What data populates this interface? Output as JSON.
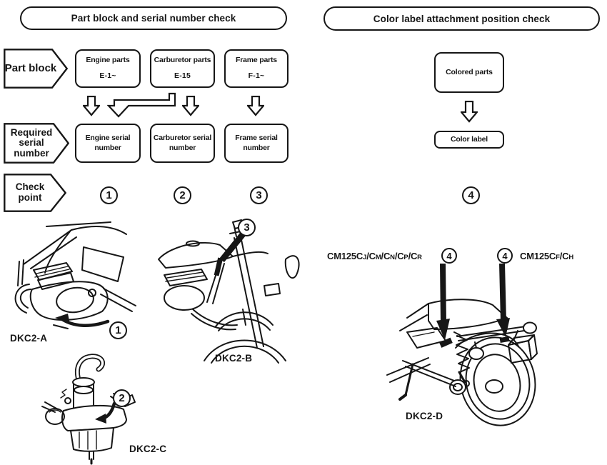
{
  "colors": {
    "ink": "#161616",
    "paper": "#ffffff"
  },
  "left_panel": {
    "header": "Part block and serial number check",
    "rows": {
      "part_block": {
        "label": "Part block"
      },
      "required_serial": {
        "label": "Required\nserial\nnumber"
      },
      "check_point": {
        "label": "Check\npoint"
      }
    },
    "part_boxes": [
      {
        "title": "Engine parts",
        "code": "E-1~"
      },
      {
        "title": "Carburetor parts",
        "code": "E-15"
      },
      {
        "title": "Frame parts",
        "code": "F-1~"
      }
    ],
    "serial_boxes": [
      {
        "label": "Engine serial\nnumber"
      },
      {
        "label": "Carburetor serial\nnumber"
      },
      {
        "label": "Frame serial\nnumber"
      }
    ],
    "check_points": [
      {
        "num": "1"
      },
      {
        "num": "2"
      },
      {
        "num": "3"
      }
    ],
    "figures": [
      {
        "id": "DKC2-A",
        "callout": "1",
        "depicts": "engine-left-crankcase"
      },
      {
        "id": "DKC2-B",
        "callout": "3",
        "depicts": "frame-steering-head"
      },
      {
        "id": "DKC2-C",
        "callout": "2",
        "depicts": "carburetor-body"
      }
    ]
  },
  "right_panel": {
    "header": "Color label attachment position check",
    "flow": [
      {
        "label": "Colored parts"
      },
      {
        "label": "Color label"
      }
    ],
    "check_point": {
      "num": "4"
    },
    "models": {
      "left": {
        "parts": [
          "CM125C",
          "J",
          "/C",
          "M",
          "/C",
          "N",
          "/C",
          "P",
          "/C",
          "R"
        ],
        "callout": "4"
      },
      "right": {
        "parts": [
          "CM125C",
          "F",
          "/C",
          "H"
        ],
        "callout": "4"
      }
    },
    "figure": {
      "id": "DKC2-D",
      "depicts": "rear-fender-label-positions"
    }
  }
}
